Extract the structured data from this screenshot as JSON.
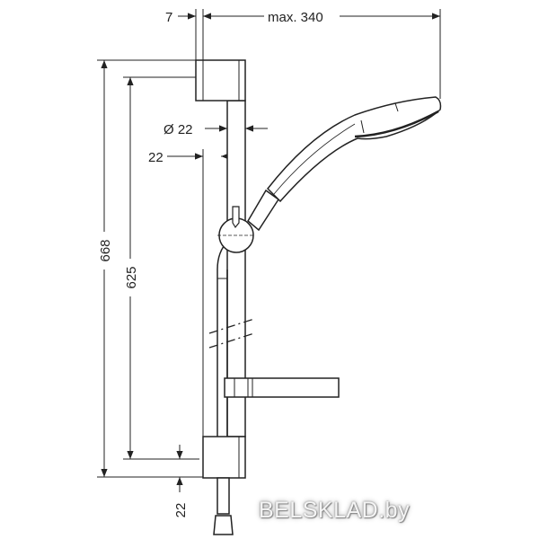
{
  "dimensions": {
    "offset_top": "7",
    "max_reach": "max. 340",
    "diameter": "Ø 22",
    "wall_distance": "22",
    "total_height": "668",
    "bracket_spacing": "625",
    "bottom_offset": "22"
  },
  "watermark": "BELSKLAD.by",
  "colors": {
    "line": "#222222",
    "background": "#ffffff"
  }
}
